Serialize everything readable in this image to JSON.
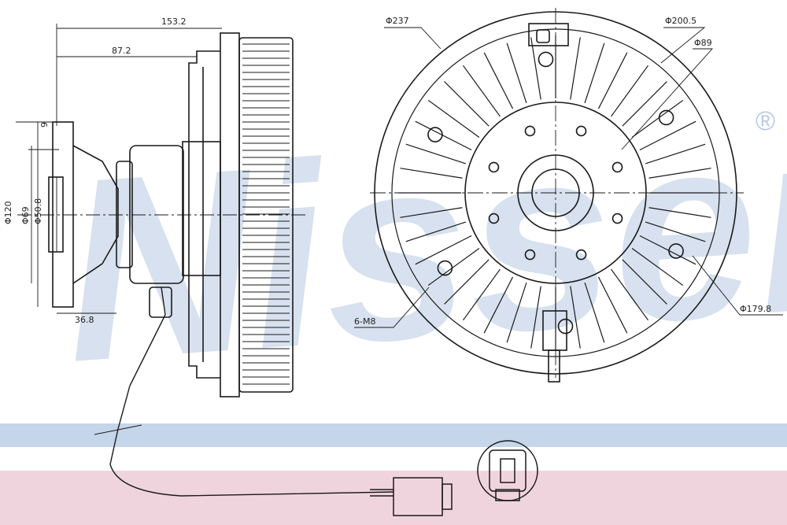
{
  "watermark": {
    "text": "Nissens",
    "registered_mark": "®"
  },
  "side_view": {
    "dims": {
      "overall_length": "153.2",
      "hub_length": "87.2",
      "flange_thickness": "9",
      "bolt_circle": "Φ120",
      "pilot_outer": "Φ69",
      "pilot_inner": "Φ50.8",
      "flange_offset": "36.8"
    }
  },
  "front_view": {
    "dims": {
      "outer_diameter": "Φ237",
      "body_diameter": "Φ200.5",
      "hub_diameter": "Φ89",
      "bolt_spec": "6-M8",
      "inner_diameter": "Φ179.8"
    }
  },
  "colors": {
    "line": "#1a1a1a",
    "band_blue": "#c5d5ea",
    "band_pink": "#f0d4dd",
    "watermark": "#b7c9e3"
  }
}
